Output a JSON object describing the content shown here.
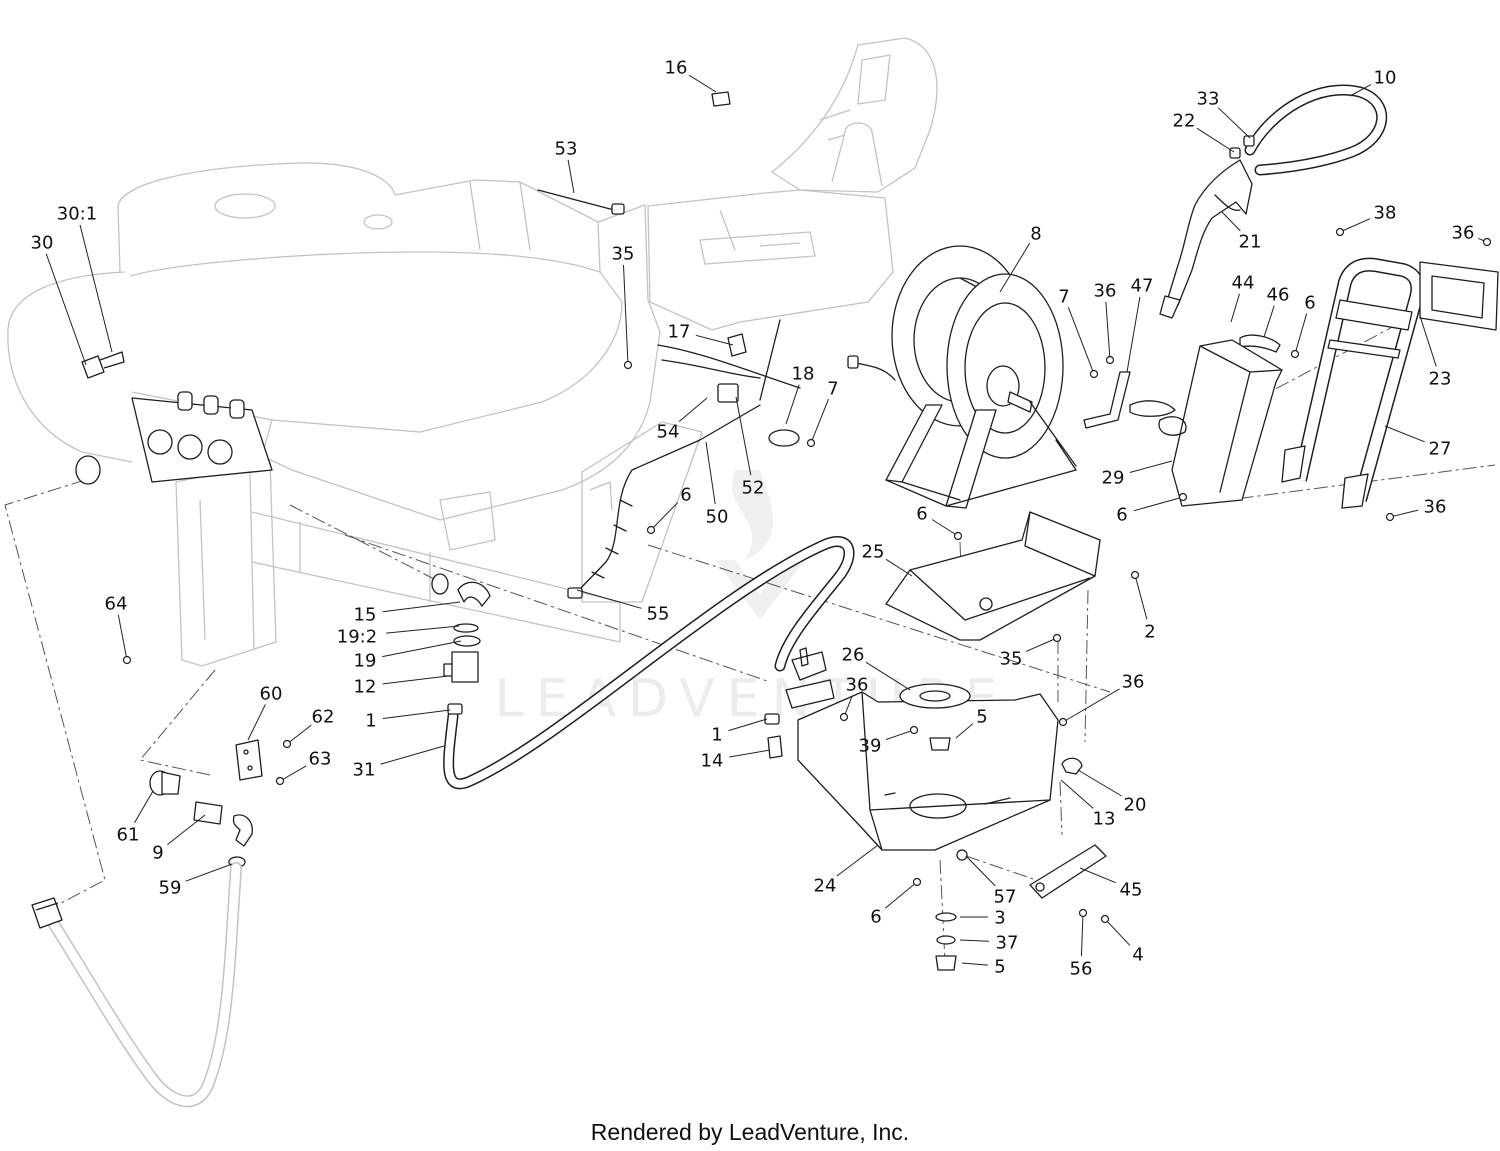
{
  "callouts": [
    "16",
    "53",
    "30:1",
    "30",
    "35",
    "17",
    "8",
    "7",
    "36",
    "47",
    "44",
    "46",
    "6",
    "10",
    "33",
    "22",
    "21",
    "38",
    "36",
    "23",
    "27",
    "29",
    "6",
    "36",
    "18",
    "7",
    "54",
    "52",
    "50",
    "6",
    "6",
    "25",
    "2",
    "35",
    "55",
    "64",
    "15",
    "19:2",
    "19",
    "12",
    "1",
    "31",
    "26",
    "36",
    "36",
    "1",
    "14",
    "39",
    "5",
    "60",
    "62",
    "63",
    "61",
    "9",
    "59",
    "20",
    "13",
    "24",
    "45",
    "57",
    "6",
    "3",
    "37",
    "5",
    "56",
    "4"
  ],
  "watermark": "LEADVENTURE",
  "footer": "Rendered by LeadVenture, Inc."
}
